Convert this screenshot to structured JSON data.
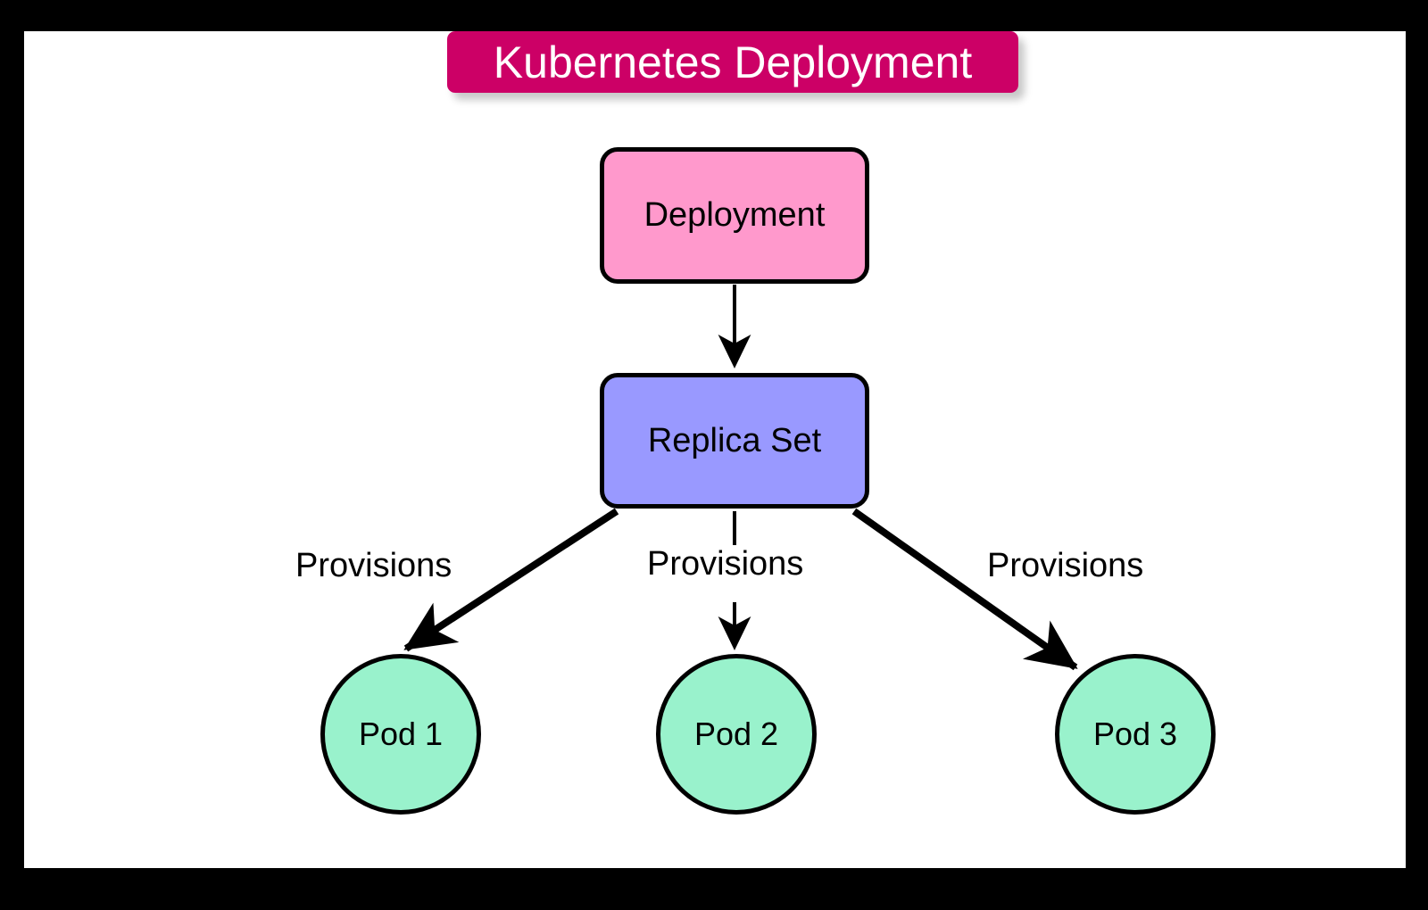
{
  "diagram": {
    "title": "Kubernetes Deployment",
    "background": "#000000",
    "canvas_color": "#ffffff",
    "title_banner_color": "#cc0066",
    "title_text_color": "#ffffff",
    "nodes": [
      {
        "id": "deployment",
        "label": "Deployment",
        "shape": "rounded-rect",
        "fill": "#ff99cc",
        "stroke": "#000000"
      },
      {
        "id": "replicaset",
        "label": "Replica Set",
        "shape": "rounded-rect",
        "fill": "#9999ff",
        "stroke": "#000000"
      },
      {
        "id": "pod1",
        "label": "Pod 1",
        "shape": "circle",
        "fill": "#99f2cc",
        "stroke": "#000000"
      },
      {
        "id": "pod2",
        "label": "Pod 2",
        "shape": "circle",
        "fill": "#99f2cc",
        "stroke": "#000000"
      },
      {
        "id": "pod3",
        "label": "Pod 3",
        "shape": "circle",
        "fill": "#99f2cc",
        "stroke": "#000000"
      }
    ],
    "edges": [
      {
        "from": "deployment",
        "to": "replicaset",
        "label": ""
      },
      {
        "from": "replicaset",
        "to": "pod1",
        "label": "Provisions"
      },
      {
        "from": "replicaset",
        "to": "pod2",
        "label": "Provisions"
      },
      {
        "from": "replicaset",
        "to": "pod3",
        "label": "Provisions"
      }
    ]
  }
}
